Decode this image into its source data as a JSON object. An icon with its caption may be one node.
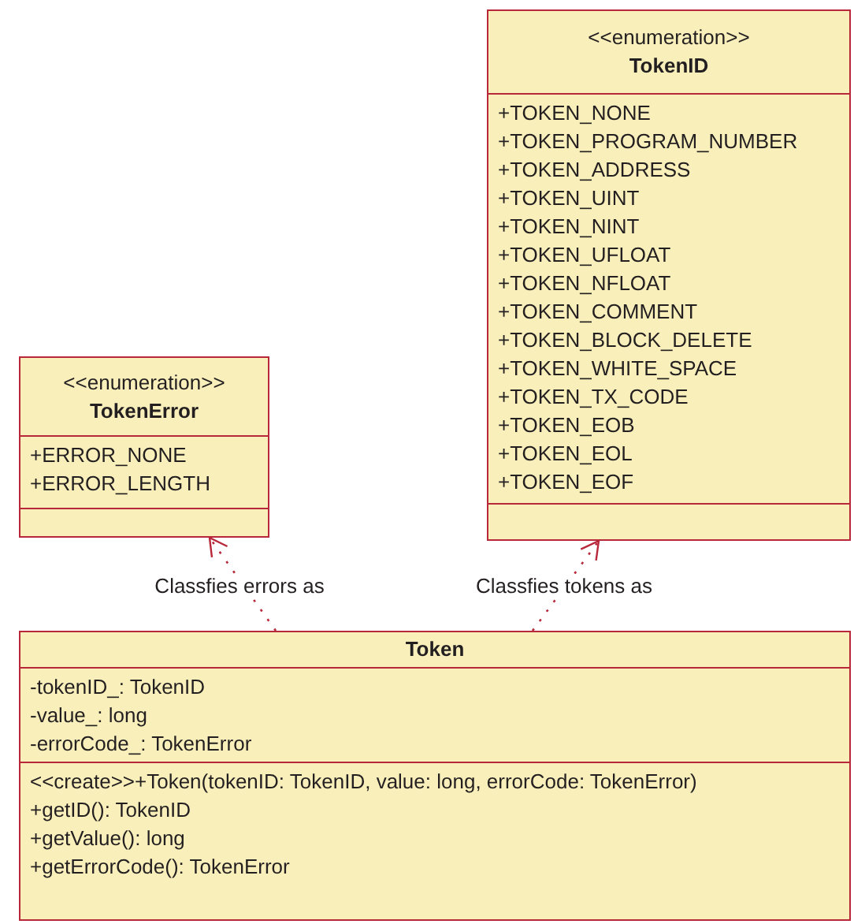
{
  "diagram": {
    "nodes": [
      {
        "text": [
          "<<enumeration>>",
          "TokenID",
          "+TOKEN_NONE",
          "+TOKEN_PROGRAM_NUMBER",
          "+TOKEN_ADDRESS",
          "+TOKEN_UINT",
          "+TOKEN_NINT",
          "+TOKEN_UFLOAT",
          "+TOKEN_NFLOAT",
          "+TOKEN_COMMENT",
          "+TOKEN_BLOCK_DELETE",
          "+TOKEN_WHITE_SPACE",
          "+TOKEN_TX_CODE",
          "+TOKEN_EOB",
          "+TOKEN_EOL",
          "+TOKEN_EOF"
        ]
      },
      {
        "text": [
          "<<enumeration>>",
          "TokenError",
          "+ERROR_NONE",
          "+ERROR_LENGTH"
        ]
      },
      {
        "text": [
          "Token",
          "-tokenID_: TokenID",
          "-value_: long",
          "-errorCode_: TokenError",
          "<<create>>+Token(tokenID: TokenID, value: long, errorCode: TokenError)",
          "+getID(): TokenID",
          "+getValue(): long",
          "+getErrorCode(): TokenError"
        ]
      }
    ],
    "edges": [
      {
        "from": 2,
        "to": 1,
        "arrow": "to",
        "label": "Classfies errors as",
        "style": "dashed"
      },
      {
        "from": 2,
        "to": 0,
        "arrow": "to",
        "label": "Classfies tokens as",
        "style": "dashed"
      }
    ]
  }
}
